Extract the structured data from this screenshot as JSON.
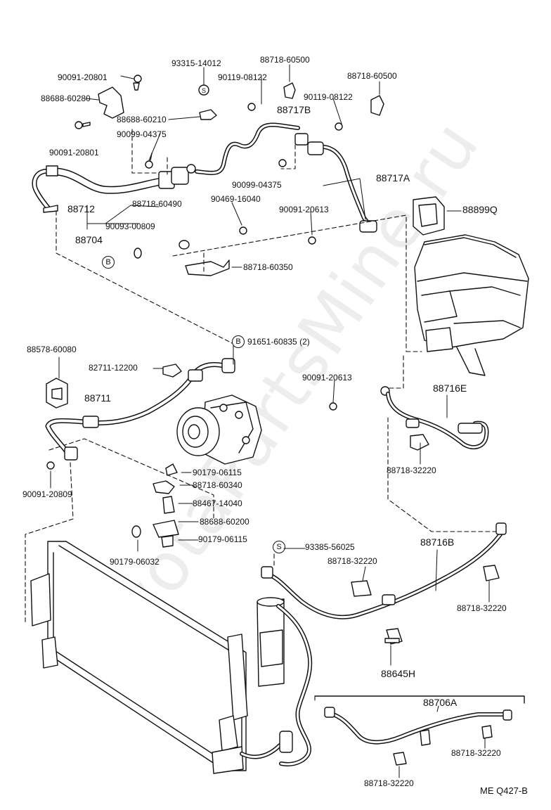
{
  "watermark": "ToyotaPartsMine.ru",
  "diagram_code": "ME Q427-B",
  "markers": {
    "b_top": "B",
    "b_mid": "B",
    "s_top": "S",
    "s_bottom": "S"
  },
  "parts": {
    "p90091_20801_a": "90091-20801",
    "p88688_60280": "88688-60280",
    "p90091_20801_b": "90091-20801",
    "p93315_14012": "93315-14012",
    "p88688_60210": "88688-60210",
    "p90099_04375_a": "90099-04375",
    "p90119_08122_a": "90119-08122",
    "p88718_60500_a": "88718-60500",
    "p88718_60500_b": "88718-60500",
    "p90119_08122_b": "90119-08122",
    "p88717B": "88717B",
    "p88717A": "88717A",
    "p90099_04375_b": "90099-04375",
    "p88712": "88712",
    "p88718_60490": "88718-60490",
    "p90469_16040": "90469-16040",
    "p90091_20613_a": "90091-20613",
    "p88899Q": "88899Q",
    "p90093_00809": "90093-00809",
    "p88704": "88704",
    "p88718_60350": "88718-60350",
    "p88578_60080": "88578-60080",
    "p91651_60835": "91651-60835 (2)",
    "p82711_12200": "82711-12200",
    "p88711": "88711",
    "p90091_20613_b": "90091-20613",
    "p88716E": "88716E",
    "p90179_06115_a": "90179-06115",
    "p88718_60340": "88718-60340",
    "p88467_14040": "88467-14040",
    "p88688_60200": "88688-60200",
    "p90179_06115_b": "90179-06115",
    "p90179_06032": "90179-06032",
    "p90091_20809": "90091-20809",
    "p88718_32220_a": "88718-32220",
    "p93385_56025": "93385-56025",
    "p88718_32220_b": "88718-32220",
    "p88716B": "88716B",
    "p88718_32220_c": "88718-32220",
    "p88645H": "88645H",
    "p88706A": "88706A",
    "p88718_32220_d": "88718-32220",
    "p88718_32220_e": "88718-32220"
  }
}
